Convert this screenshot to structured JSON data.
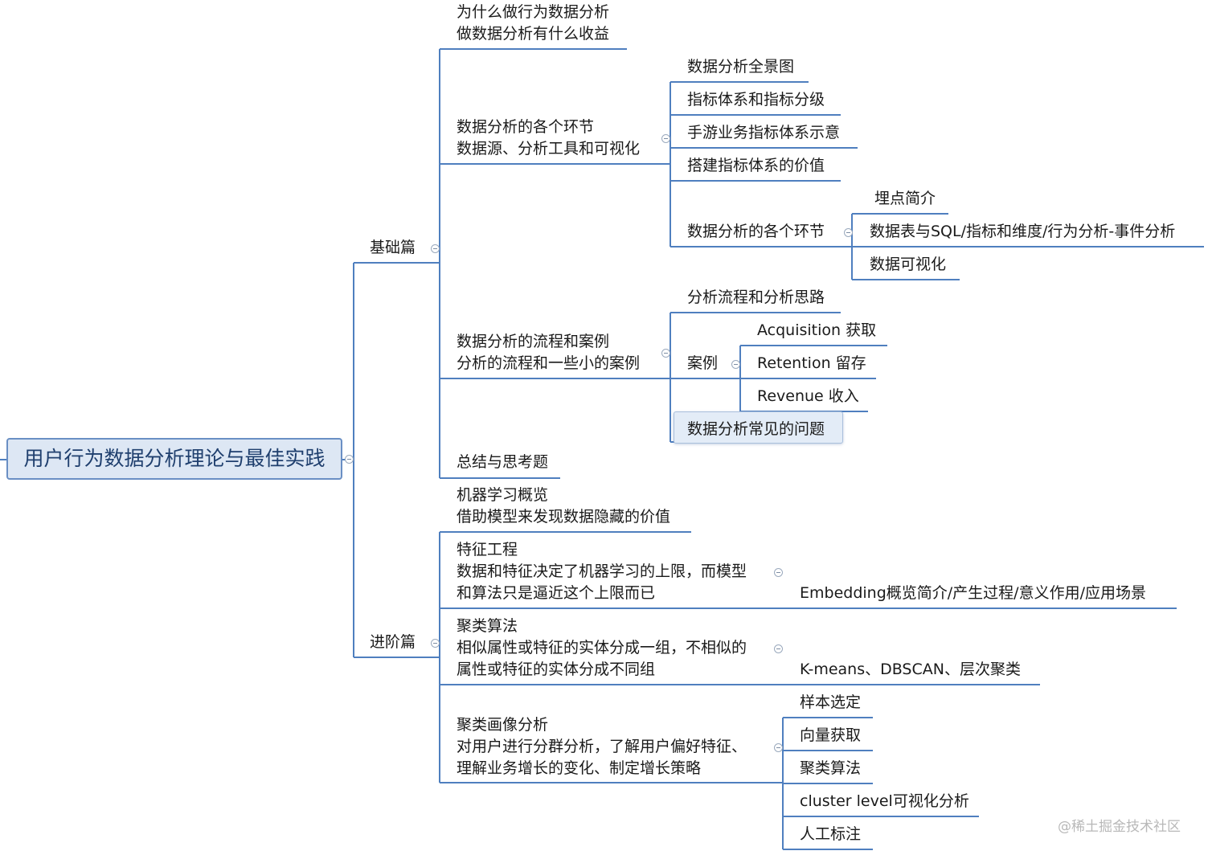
{
  "root": "用户行为数据分析理论与最佳实践",
  "nodes": {
    "basic": "基础篇",
    "advanced": "进阶篇",
    "b1": "为什么做行为数据分析\n做数据分析有什么收益",
    "b2": "数据分析的各个环节\n数据源、分析工具和可视化",
    "b2_1": "数据分析全景图",
    "b2_2": "指标体系和指标分级",
    "b2_3": "手游业务指标体系示意",
    "b2_4": "搭建指标体系的价值",
    "b2_5": "数据分析的各个环节",
    "b2_5_1": "埋点简介",
    "b2_5_2": "数据表与SQL/指标和维度/行为分析-事件分析",
    "b2_5_3": "数据可视化",
    "b3": "数据分析的流程和案例\n分析的流程和一些小的案例",
    "b3_1": "分析流程和分析思路",
    "b3_2": "案例",
    "b3_2_1": "Acquisition 获取",
    "b3_2_2": "Retention 留存",
    "b3_2_3": "Revenue 收入",
    "b3_3": "数据分析常见的问题",
    "b4": "总结与思考题",
    "a1": "机器学习概览\n借助模型来发现数据隐藏的价值",
    "a2": "特征工程\n数据和特征决定了机器学习的上限，而模型\n和算法只是逼近这个上限而已",
    "a2_1": "Embedding概览简介/产生过程/意义作用/应用场景",
    "a3": "聚类算法\n相似属性或特征的实体分成一组，不相似的\n属性或特征的实体分成不同组",
    "a3_1": "K-means、DBSCAN、层次聚类",
    "a4": "聚类画像分析\n对用户进行分群分析，了解用户偏好特征、\n理解业务增长的变化、制定增长策略",
    "a4_1": "样本选定",
    "a4_2": "向量获取",
    "a4_3": "聚类算法",
    "a4_4": "cluster level可视化分析",
    "a4_5": "人工标注"
  },
  "watermark": "@稀土掘金技术社区",
  "colors": {
    "line": "#4f7fbf",
    "text": "#1a1a1a",
    "root_fill": "#dde7f4",
    "root_border": "#6a8fc4",
    "root_text": "#1f3f6e",
    "highlight_fill": "#e3ecf7"
  }
}
